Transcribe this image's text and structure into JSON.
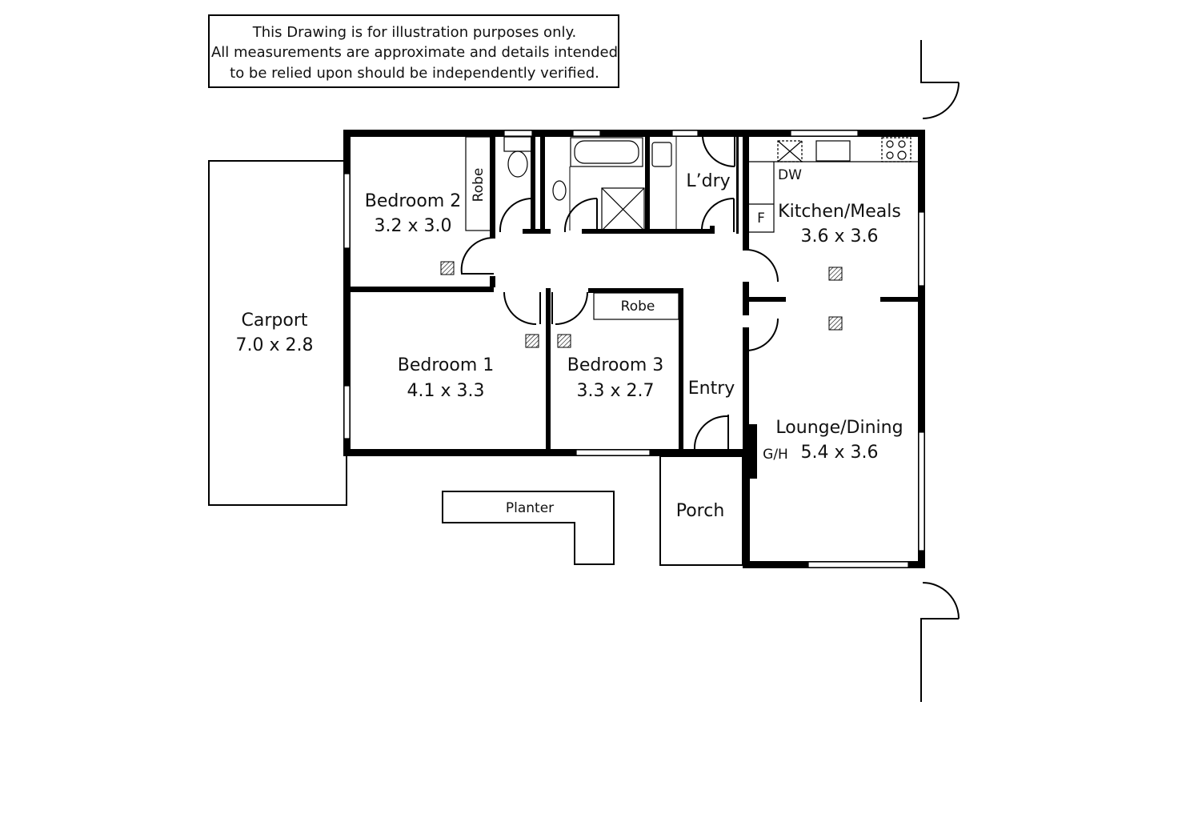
{
  "disclaimer": {
    "line1": "This Drawing is for illustration purposes only.",
    "line2": "All measurements are approximate and details intended",
    "line3": "to be relied upon should be independently verified."
  },
  "rooms": {
    "carport": {
      "name": "Carport",
      "size": "7.0 x 2.8"
    },
    "bedroom2": {
      "name": "Bedroom 2",
      "size": "3.2 x 3.0",
      "robe": "Robe"
    },
    "bedroom1": {
      "name": "Bedroom 1",
      "size": "4.1 x 3.3"
    },
    "bedroom3": {
      "name": "Bedroom 3",
      "size": "3.3 x 2.7",
      "robe": "Robe"
    },
    "laundry": {
      "name": "L’dry"
    },
    "kitchen": {
      "name": "Kitchen/Meals",
      "size": "3.6 x 3.6",
      "dw": "DW",
      "fridge": "F"
    },
    "lounge": {
      "name": "Lounge/Dining",
      "size": "5.4 x 3.6",
      "heater": "G/H"
    },
    "entry": {
      "name": "Entry"
    },
    "porch": {
      "name": "Porch"
    },
    "planter": {
      "name": "Planter"
    }
  }
}
